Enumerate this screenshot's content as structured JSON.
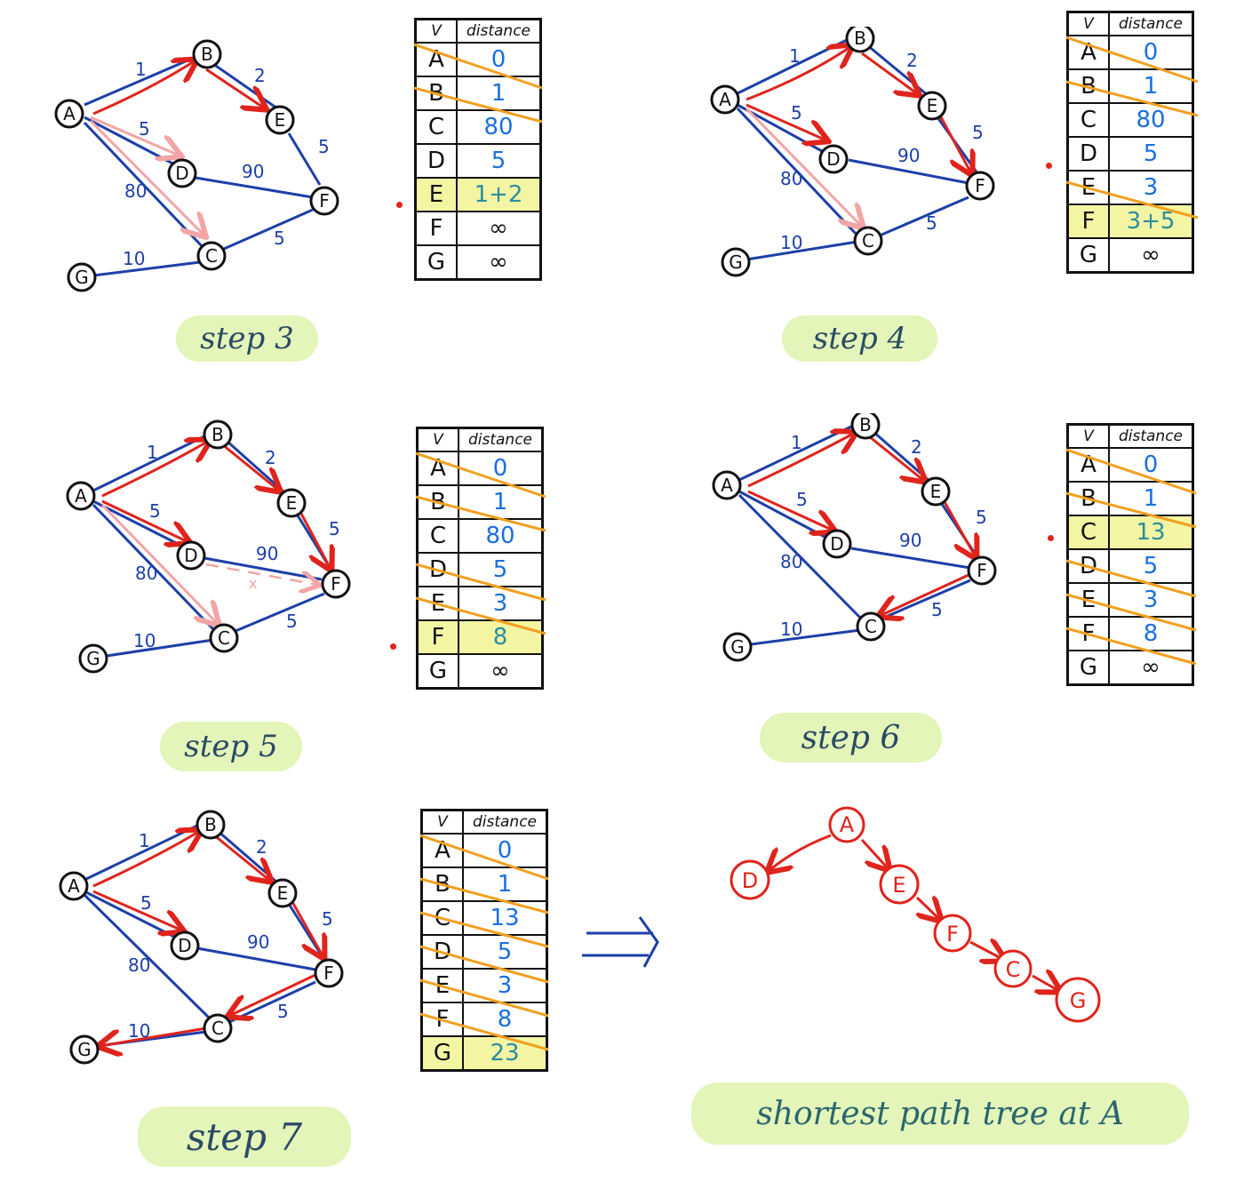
{
  "colors": {
    "edge": "#1d3fa8",
    "path": "#e0241c",
    "candidate": "#f2a5a5",
    "strike": "#f0a020",
    "highlight": "#f4f5a3",
    "label_bg": "#e3f5b8",
    "value_blue": "#1a6fe0"
  },
  "table_header": {
    "v": "V",
    "distance": "distance"
  },
  "steps": [
    {
      "label": "step 3",
      "table": [
        {
          "v": "A",
          "d": "0",
          "struck": true
        },
        {
          "v": "B",
          "d": "1",
          "struck": true
        },
        {
          "v": "C",
          "d": "80"
        },
        {
          "v": "D",
          "d": "5"
        },
        {
          "v": "E",
          "d": "1+2",
          "highlight": true
        },
        {
          "v": "F",
          "d": "∞"
        },
        {
          "v": "G",
          "d": "∞"
        }
      ]
    },
    {
      "label": "step 4",
      "table": [
        {
          "v": "A",
          "d": "0",
          "struck": true
        },
        {
          "v": "B",
          "d": "1",
          "struck": true
        },
        {
          "v": "C",
          "d": "80"
        },
        {
          "v": "D",
          "d": "5"
        },
        {
          "v": "E",
          "d": "3",
          "struck": true
        },
        {
          "v": "F",
          "d": "3+5",
          "highlight": true
        },
        {
          "v": "G",
          "d": "∞"
        }
      ]
    },
    {
      "label": "step 5",
      "table": [
        {
          "v": "A",
          "d": "0",
          "struck": true
        },
        {
          "v": "B",
          "d": "1",
          "struck": true
        },
        {
          "v": "C",
          "d": "80"
        },
        {
          "v": "D",
          "d": "5",
          "struck": true
        },
        {
          "v": "E",
          "d": "3",
          "struck": true
        },
        {
          "v": "F",
          "d": "8",
          "highlight": true
        },
        {
          "v": "G",
          "d": "∞"
        }
      ]
    },
    {
      "label": "step 6",
      "table": [
        {
          "v": "A",
          "d": "0",
          "struck": true
        },
        {
          "v": "B",
          "d": "1",
          "struck": true
        },
        {
          "v": "C",
          "d": "13",
          "highlight": true
        },
        {
          "v": "D",
          "d": "5",
          "struck": true
        },
        {
          "v": "E",
          "d": "3",
          "struck": true
        },
        {
          "v": "F",
          "d": "8",
          "struck": true
        },
        {
          "v": "G",
          "d": "∞"
        }
      ]
    },
    {
      "label": "step 7",
      "table": [
        {
          "v": "A",
          "d": "0",
          "struck": true
        },
        {
          "v": "B",
          "d": "1",
          "struck": true
        },
        {
          "v": "C",
          "d": "13",
          "struck": true
        },
        {
          "v": "D",
          "d": "5",
          "struck": true
        },
        {
          "v": "E",
          "d": "3",
          "struck": true
        },
        {
          "v": "F",
          "d": "8",
          "struck": true
        },
        {
          "v": "G",
          "d": "23",
          "highlight": true
        }
      ]
    }
  ],
  "graph": {
    "nodes": [
      "A",
      "B",
      "C",
      "D",
      "E",
      "F",
      "G"
    ],
    "edges": [
      {
        "from": "A",
        "to": "B",
        "w": "1"
      },
      {
        "from": "B",
        "to": "E",
        "w": "2"
      },
      {
        "from": "A",
        "to": "D",
        "w": "5"
      },
      {
        "from": "A",
        "to": "C",
        "w": "80"
      },
      {
        "from": "D",
        "to": "F",
        "w": "90"
      },
      {
        "from": "E",
        "to": "F",
        "w": "5"
      },
      {
        "from": "C",
        "to": "F",
        "w": "5"
      },
      {
        "from": "G",
        "to": "C",
        "w": "10"
      }
    ]
  },
  "tree": {
    "label": "shortest path tree at A",
    "nodes": [
      "A",
      "D",
      "E",
      "F",
      "C",
      "G"
    ]
  }
}
